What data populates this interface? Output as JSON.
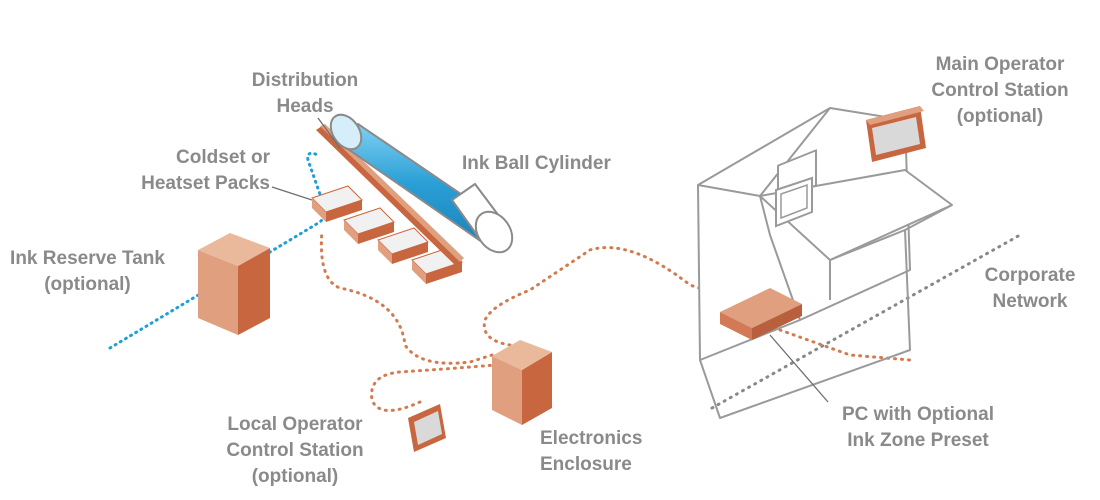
{
  "labels": {
    "distribution_heads": [
      "Distribution",
      "Heads"
    ],
    "coldset_packs": [
      "Coldset or",
      "Heatset Packs"
    ],
    "ink_ball_cylinder": [
      "Ink Ball Cylinder"
    ],
    "ink_reserve_tank": [
      "Ink Reserve Tank",
      "(optional)"
    ],
    "main_operator_station": [
      "Main Operator",
      "Control Station",
      "(optional)"
    ],
    "corporate_network": [
      "Corporate",
      "Network"
    ],
    "pc_ink_zone": [
      "PC with Optional",
      "Ink Zone Preset"
    ],
    "electronics_enclosure": [
      "Electronics",
      "Enclosure"
    ],
    "local_operator_station": [
      "Local Operator",
      "Control Station",
      "(optional)"
    ]
  },
  "colors": {
    "label_text": "#8a8a8a",
    "copper_light": "#e2a07f",
    "copper_mid": "#d27a55",
    "copper_dark": "#b85f3d",
    "cylinder_blue": "#2aa0d6",
    "network_cable": "#d47a4f",
    "ink_line": "#1f9fd8",
    "corporate_line": "#888888",
    "outline": "#9a9a9a"
  }
}
